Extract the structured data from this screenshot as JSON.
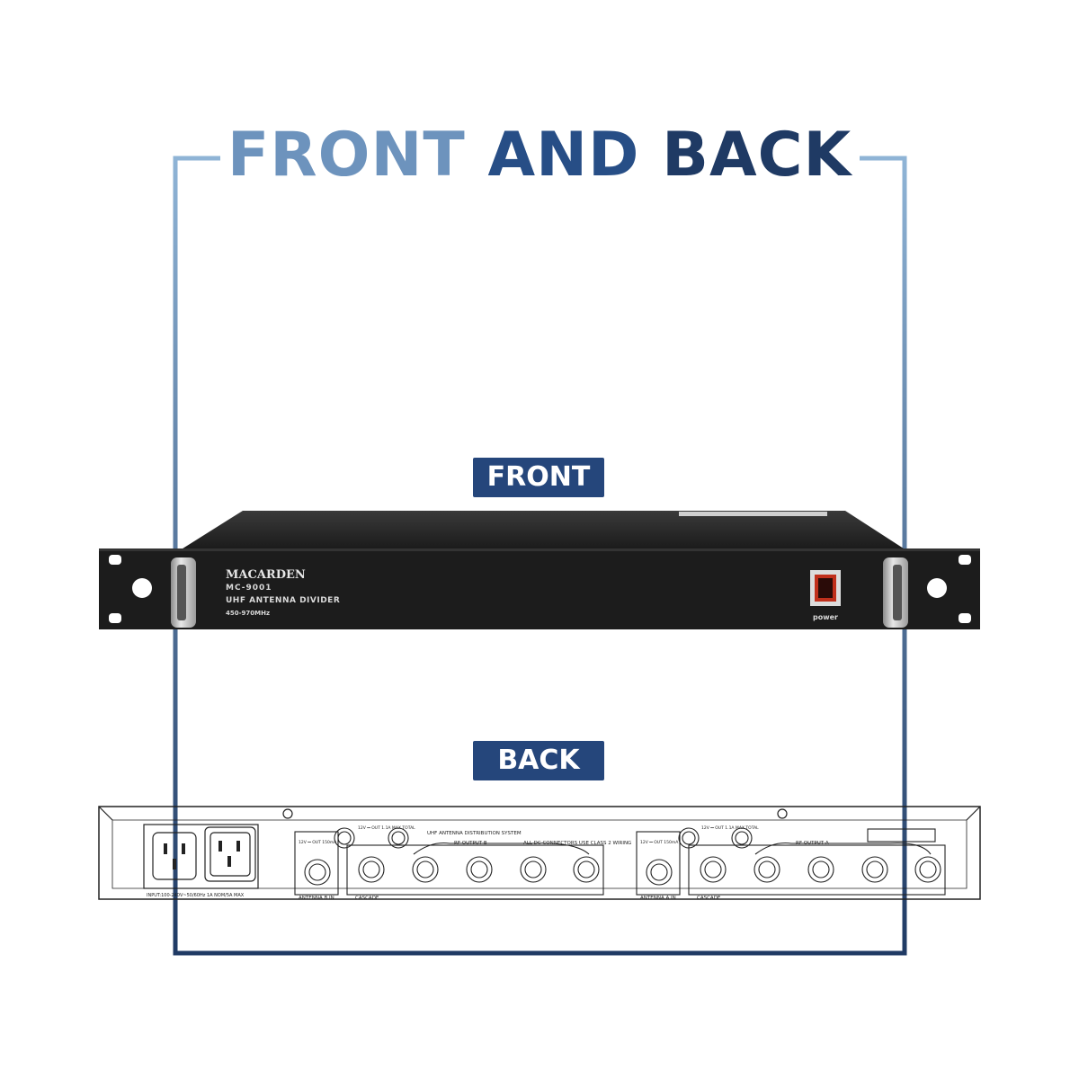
{
  "title": {
    "word1": "FRONT",
    "word2": "AND",
    "word3": "BACK"
  },
  "labels": {
    "front": "FRONT",
    "back": "BACK"
  },
  "colors": {
    "frame_top": "#8fb4d6",
    "frame_bottom": "#1f3a64",
    "pill": "#25467b",
    "panel": "#1c1c1c"
  },
  "front_panel": {
    "brand": "MACARDEN",
    "model": "MC-9001",
    "product": "UHF ANTENNA DIVIDER",
    "range": "450-970MHz",
    "power_label": "power"
  },
  "back_panel": {
    "system_title": "UHF ANTENNA DISTRIBUTION SYSTEM",
    "rf_output_b": "RF OUTPUT B",
    "rf_output_a": "RF OUTPUT A",
    "dc_note": "ALL DC CONNECTORS USE CLASS 2 WIRING",
    "out_12v": "12V ⎓ OUT 150mA",
    "out_total": "12V ⎓ OUT 1.1A MAX TOTAL",
    "antenna_b_in": "ANTENNA B IN",
    "antenna_a_in": "ANTENNA A IN",
    "cascade": "CASCADE",
    "input_spec": "INPUT:100-240V~50/60Hz 1A NOM/5A MAX"
  }
}
